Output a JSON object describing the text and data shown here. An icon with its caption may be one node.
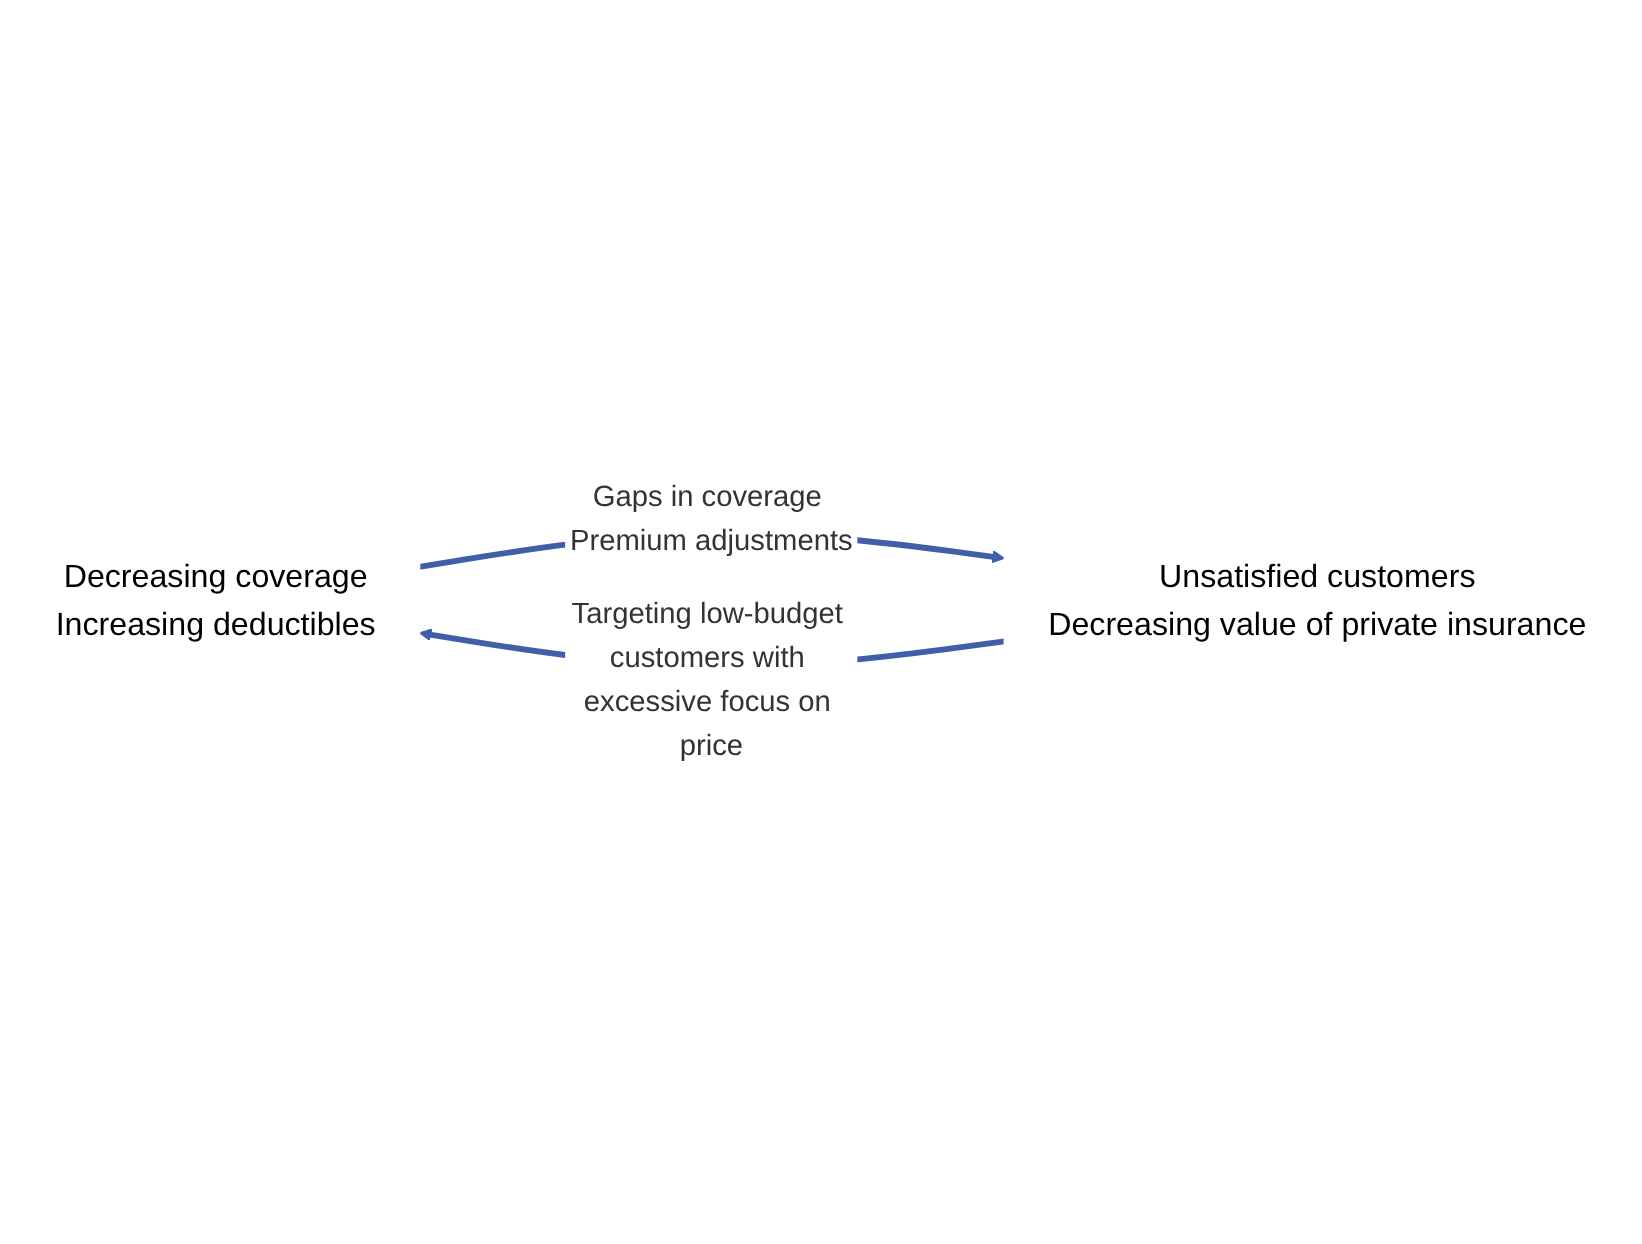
{
  "diagram": {
    "nodes": [
      {
        "text": [
          "Decreasing coverage",
          "Increasing deductibles"
        ]
      },
      {
        "text": [
          "Unsatisfied customers",
          "Decreasing value of private insurance"
        ]
      }
    ],
    "edges": [
      {
        "from": 1,
        "to": 0,
        "arrow": "to",
        "label": "Targeting low-budget customers with excessive focus on price"
      },
      {
        "from": 0,
        "to": 1,
        "arrow": "to",
        "label": "Gaps in coverage Premium adjustments"
      }
    ]
  }
}
